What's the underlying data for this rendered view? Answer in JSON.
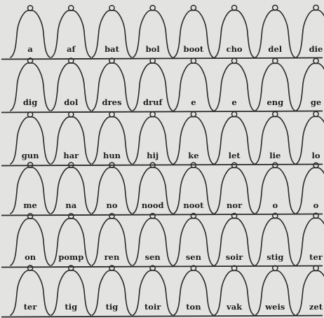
{
  "rows": [
    [
      "a",
      "af",
      "bat",
      "bol",
      "boot",
      "cho",
      "del",
      "die"
    ],
    [
      "dig",
      "dol",
      "dres",
      "druf",
      "e",
      "e",
      "eng",
      "ge"
    ],
    [
      "gun",
      "har",
      "hun",
      "hij",
      "ke",
      "let",
      "lie",
      "lo"
    ],
    [
      "me",
      "na",
      "no",
      "nood",
      "noot",
      "nor",
      "o",
      "o"
    ],
    [
      "on",
      "pomp",
      "ren",
      "sen",
      "sen",
      "soir",
      "stig",
      "ter"
    ],
    [
      "ter",
      "tig",
      "tig",
      "toir",
      "ton",
      "vak",
      "weis",
      "zet"
    ]
  ],
  "colors": {
    "paper": "#e3e3e1",
    "ink": "#2a2a2a"
  }
}
